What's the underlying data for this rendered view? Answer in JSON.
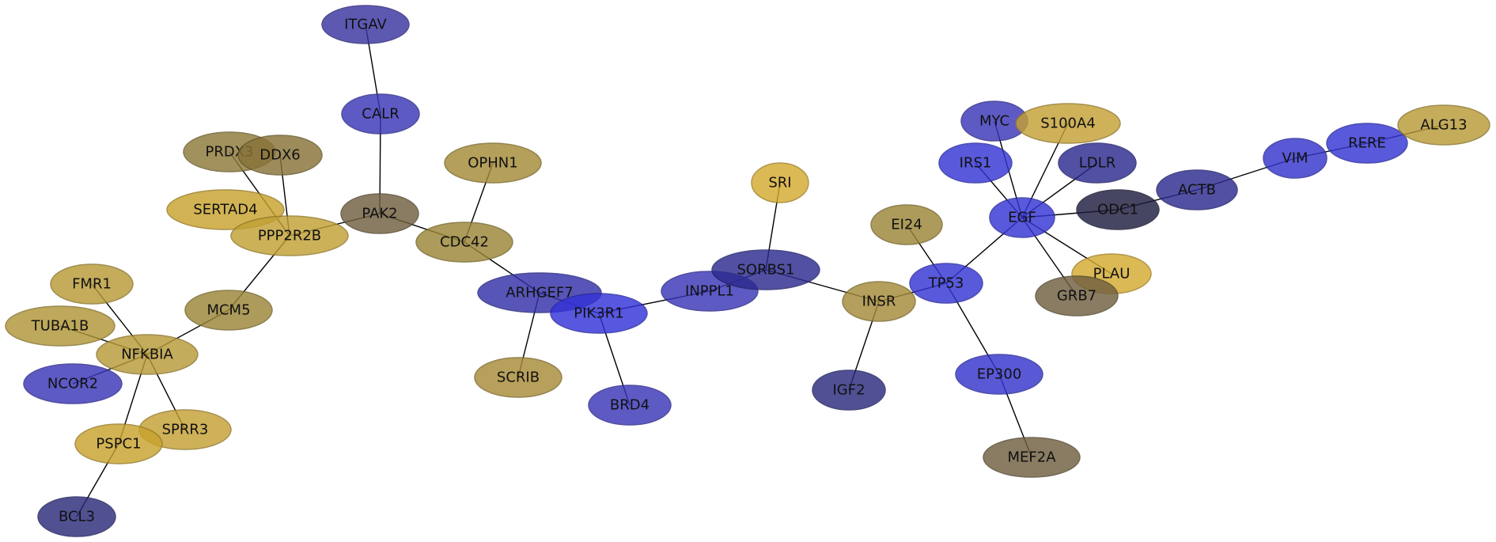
{
  "network": {
    "nodes": [
      {
        "id": "ITGAV",
        "label": "ITGAV",
        "color": "#3a35a0"
      },
      {
        "id": "CALR",
        "label": "CALR",
        "color": "#3a36b8"
      },
      {
        "id": "PAK2",
        "label": "PAK2",
        "color": "#706040"
      },
      {
        "id": "OPHN1",
        "label": "OPHN1",
        "color": "#a48a38"
      },
      {
        "id": "CDC42",
        "label": "CDC42",
        "color": "#9c8638"
      },
      {
        "id": "PRDX3",
        "label": "PRDX3",
        "color": "#8d7a3a"
      },
      {
        "id": "DDX6",
        "label": "DDX6",
        "color": "#887238"
      },
      {
        "id": "SERTAD4",
        "label": "SERTAD4",
        "color": "#c9a32e"
      },
      {
        "id": "PPP2R2B",
        "label": "PPP2R2B",
        "color": "#c1a035"
      },
      {
        "id": "MCM5",
        "label": "MCM5",
        "color": "#9c8638"
      },
      {
        "id": "FMR1",
        "label": "FMR1",
        "color": "#b89a38"
      },
      {
        "id": "TUBA1B",
        "label": "TUBA1B",
        "color": "#b09538"
      },
      {
        "id": "NFKBIA",
        "label": "NFKBIA",
        "color": "#b89a3a"
      },
      {
        "id": "NCOR2",
        "label": "NCOR2",
        "color": "#3a36b8"
      },
      {
        "id": "SPRR3",
        "label": "SPRR3",
        "color": "#c4a035"
      },
      {
        "id": "PSPC1",
        "label": "PSPC1",
        "color": "#c9a32e"
      },
      {
        "id": "BCL3",
        "label": "BCL3",
        "color": "#2c2a7a"
      },
      {
        "id": "ARHGEF7",
        "label": "ARHGEF7",
        "color": "#3330a8"
      },
      {
        "id": "SCRIB",
        "label": "SCRIB",
        "color": "#a88c38"
      },
      {
        "id": "PIK3R1",
        "label": "PIK3R1",
        "color": "#3333d8"
      },
      {
        "id": "BRD4",
        "label": "BRD4",
        "color": "#3a36b8"
      },
      {
        "id": "INPPL1",
        "label": "INPPL1",
        "color": "#3a36b8"
      },
      {
        "id": "SRI",
        "label": "SRI",
        "color": "#d4aa30"
      },
      {
        "id": "SORBS1",
        "label": "SORBS1",
        "color": "#2c2a8e"
      },
      {
        "id": "INSR",
        "label": "INSR",
        "color": "#a48a3a"
      },
      {
        "id": "IGF2",
        "label": "IGF2",
        "color": "#2c2a7e"
      },
      {
        "id": "EI24",
        "label": "EI24",
        "color": "#9c8638"
      },
      {
        "id": "TP53",
        "label": "TP53",
        "color": "#3535d4"
      },
      {
        "id": "EP300",
        "label": "EP300",
        "color": "#3535cc"
      },
      {
        "id": "MEF2A",
        "label": "MEF2A",
        "color": "#706040"
      },
      {
        "id": "MYC",
        "label": "MYC",
        "color": "#3a36b8"
      },
      {
        "id": "S100A4",
        "label": "S100A4",
        "color": "#c4a035"
      },
      {
        "id": "IRS1",
        "label": "IRS1",
        "color": "#3535d4"
      },
      {
        "id": "LDLR",
        "label": "LDLR",
        "color": "#2c2a8e"
      },
      {
        "id": "EGF",
        "label": "EGF",
        "color": "#3535d4"
      },
      {
        "id": "ODC1",
        "label": "ODC1",
        "color": "#1e1e40"
      },
      {
        "id": "PLAU",
        "label": "PLAU",
        "color": "#d4aa30"
      },
      {
        "id": "GRB7",
        "label": "GRB7",
        "color": "#706040"
      },
      {
        "id": "ACTB",
        "label": "ACTB",
        "color": "#2c2a8e"
      },
      {
        "id": "VIM",
        "label": "VIM",
        "color": "#3535cc"
      },
      {
        "id": "RERE",
        "label": "RERE",
        "color": "#3535d4"
      },
      {
        "id": "ALG13",
        "label": "ALG13",
        "color": "#b89a38"
      }
    ],
    "edges": [
      [
        "ITGAV",
        "CALR"
      ],
      [
        "CALR",
        "PAK2"
      ],
      [
        "PAK2",
        "PPP2R2B"
      ],
      [
        "PAK2",
        "CDC42"
      ],
      [
        "OPHN1",
        "CDC42"
      ],
      [
        "CDC42",
        "ARHGEF7"
      ],
      [
        "PRDX3",
        "PPP2R2B"
      ],
      [
        "DDX6",
        "PPP2R2B"
      ],
      [
        "PPP2R2B",
        "MCM5"
      ],
      [
        "MCM5",
        "NFKBIA"
      ],
      [
        "FMR1",
        "NFKBIA"
      ],
      [
        "TUBA1B",
        "NFKBIA"
      ],
      [
        "NCOR2",
        "NFKBIA"
      ],
      [
        "NFKBIA",
        "SPRR3"
      ],
      [
        "NFKBIA",
        "PSPC1"
      ],
      [
        "PSPC1",
        "BCL3"
      ],
      [
        "ARHGEF7",
        "SCRIB"
      ],
      [
        "ARHGEF7",
        "PIK3R1"
      ],
      [
        "PIK3R1",
        "BRD4"
      ],
      [
        "PIK3R1",
        "INPPL1"
      ],
      [
        "INPPL1",
        "SORBS1"
      ],
      [
        "SRI",
        "SORBS1"
      ],
      [
        "SORBS1",
        "INSR"
      ],
      [
        "INSR",
        "IGF2"
      ],
      [
        "INSR",
        "TP53"
      ],
      [
        "EI24",
        "TP53"
      ],
      [
        "TP53",
        "EP300"
      ],
      [
        "EP300",
        "MEF2A"
      ],
      [
        "TP53",
        "EGF"
      ],
      [
        "MYC",
        "EGF"
      ],
      [
        "S100A4",
        "EGF"
      ],
      [
        "IRS1",
        "EGF"
      ],
      [
        "LDLR",
        "EGF"
      ],
      [
        "EGF",
        "ODC1"
      ],
      [
        "EGF",
        "PLAU"
      ],
      [
        "EGF",
        "GRB7"
      ],
      [
        "ODC1",
        "ACTB"
      ],
      [
        "ACTB",
        "VIM"
      ],
      [
        "VIM",
        "RERE"
      ],
      [
        "RERE",
        "ALG13"
      ]
    ]
  }
}
